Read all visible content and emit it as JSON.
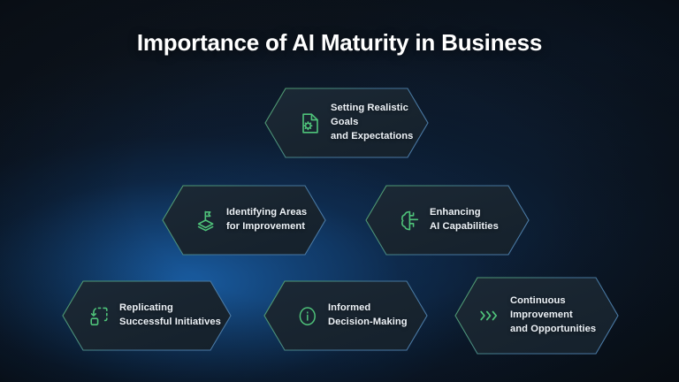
{
  "title": "Importance of AI Maturity in Business",
  "theme": {
    "accent_green": "#4fc37a",
    "text_primary": "#eef3f8",
    "hex_fill": "#18242f",
    "border_green": "#4f9a6a",
    "border_blue": "#4d7fa6",
    "background_dark": "#0d141d",
    "glow_blue": "#1a60a8"
  },
  "nodes": [
    {
      "id": "setting-realistic-goals",
      "label": "Setting Realistic Goals\nand Expectations",
      "icon": "document-gear-icon"
    },
    {
      "id": "identifying-areas-for-improvement",
      "label": "Identifying Areas\nfor Improvement",
      "icon": "map-flag-icon"
    },
    {
      "id": "enhancing-ai-capabilities",
      "label": "Enhancing\nAI Capabilities",
      "icon": "ai-brain-icon"
    },
    {
      "id": "replicating-successful-initiatives",
      "label": "Replicating\nSuccessful Initiatives",
      "icon": "replicate-copy-icon"
    },
    {
      "id": "informed-decision-making",
      "label": "Informed\nDecision-Making",
      "icon": "info-circle-icon"
    },
    {
      "id": "continuous-improvement-and-opportunities",
      "label": "Continuous\nImprovement\nand Opportunities",
      "icon": "triple-chevron-right-icon"
    }
  ]
}
